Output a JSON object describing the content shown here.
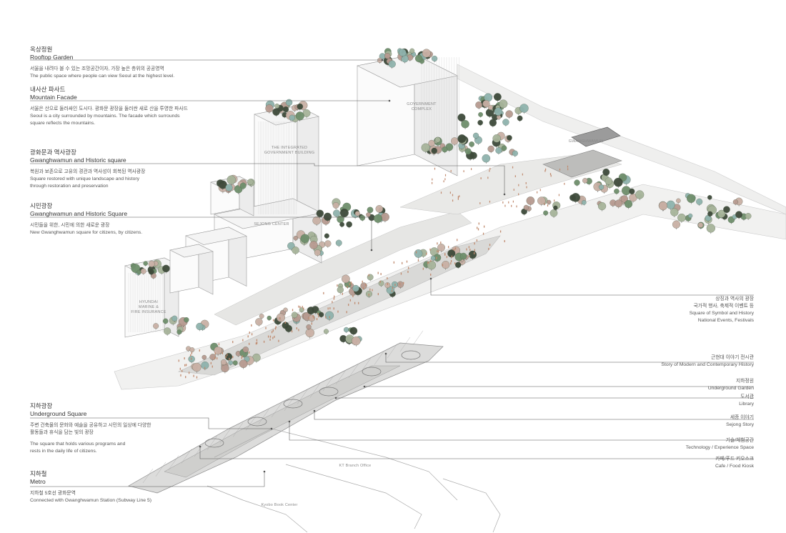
{
  "left_annotations": [
    {
      "ko": "옥상정원",
      "en": "Rooftop Garden",
      "desc_ko": "서울을 내려다 볼 수 있는 조망공간이자, 가장 높은 층위의 공공영역",
      "desc_en": [
        "The public space where people can view Seoul at the highest level."
      ]
    },
    {
      "ko": "내사산 파사드",
      "en": "Mountain Facade",
      "desc_ko": "서울은 산으로 둘러싸인 도시다. 광화문 광장을 둘러싼 새로 산을 투영한 파사드",
      "desc_en": [
        "Seoul is a city surrounded by mountains. The facade which surrounds",
        "square reflects the mountains."
      ]
    },
    {
      "ko": "광화문과 역사광장",
      "en": "Gwanghwamun and Historic square",
      "desc_ko": "복원과 보존으로 고유의 경관과 역사성이 회복된 역사광장",
      "desc_en": [
        "Square restored with unique landscape and history",
        "through restoration and preservation"
      ]
    },
    {
      "ko": "시민광장",
      "en": "Gwanghwamun and Historic Square",
      "desc_ko": "시민들을 위한, 시민에 의한 새로운 광장",
      "desc_en": [
        "New Gwanghwamun square for citizens, by citizens."
      ]
    },
    {
      "ko": "지하광장",
      "en": "Underground Square",
      "desc_ko": [
        "주변 건축물의 문화와 예술을 공유하고 시민의 일상에 다양한",
        "활동들과 휴식을 담는 빛의 광장"
      ],
      "desc_en": [
        "The square that holds various programs and",
        "rests in the daily life of citizens."
      ]
    },
    {
      "ko": "지하철",
      "en": "Metro",
      "desc_ko": "지하철 5호선 광화문역",
      "desc_en": [
        "Connected with Gwanghwamun Station (Subway Line 5)"
      ]
    }
  ],
  "right_annotations": [
    {
      "lines": [
        "상징과 역사의 광장",
        "국가적 행사, 축제적 이벤트 등",
        "Square of Symbol and History",
        "National Events, Festivals"
      ]
    },
    {
      "lines": [
        "근현대 이야기 전시관",
        "Story of Modern and Contemporary History"
      ]
    },
    {
      "lines": [
        "지하정원",
        "Underground Garden"
      ]
    },
    {
      "lines": [
        "도서관",
        "Library"
      ]
    },
    {
      "lines": [
        "세종 이야기",
        "Sejong Story"
      ]
    },
    {
      "lines": [
        "기술/체험공간",
        "Technology / Experience Space"
      ]
    },
    {
      "lines": [
        "카페/푸드 키오스크",
        "Cafe / Food Kiosk"
      ]
    }
  ],
  "building_labels": {
    "government_complex": [
      "GOVERNMENT",
      "COMPLEX"
    ],
    "integrated_government": [
      "THE INTEGRATED",
      "GOVERNMENT BUILDING"
    ],
    "sejong_center": "SEJONG CENTER",
    "gwanghwamun": "GWANGHWAMUN",
    "hyundai": [
      "HYUNDAI",
      "MARINE &",
      "FIRE INSURANCE"
    ],
    "kt_branch": "KT Branch Office",
    "kyobo": "Kyobo Book Center"
  },
  "colors": {
    "line": "#555555",
    "ground": "#d9d9d7",
    "tree_green": "#6f8f6c",
    "tree_teal": "#8fb3ad",
    "tree_pink": "#b79a90",
    "tree_dark": "#3e4a3a",
    "people": "#c08a6e"
  }
}
